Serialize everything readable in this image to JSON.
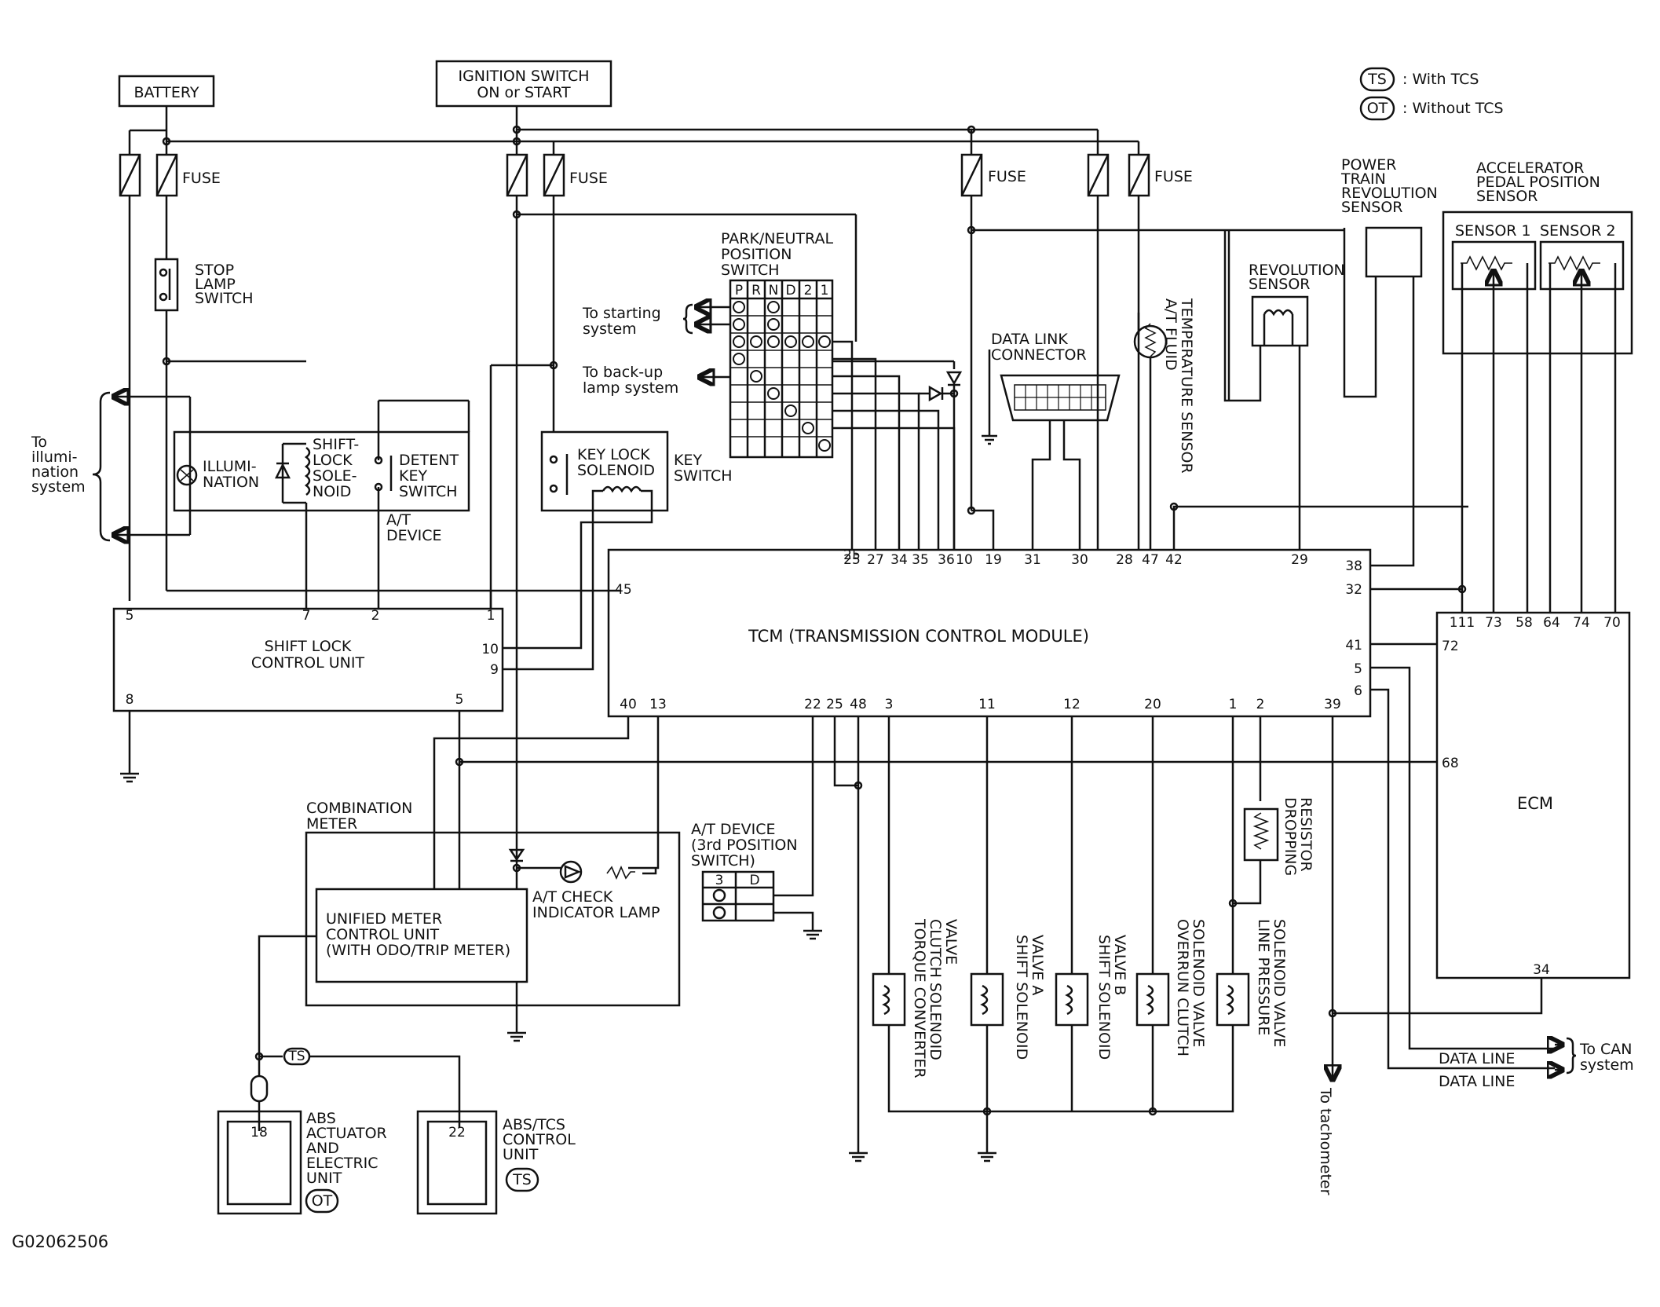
{
  "legend": {
    "ts_symbol": "TS",
    "ts_text": ": With TCS",
    "ot_symbol": "OT",
    "ot_text": ": Without TCS"
  },
  "labels": {
    "battery": "BATTERY",
    "ignition_1": "IGNITION SWITCH",
    "ignition_2": "ON or START",
    "fuse": "FUSE",
    "stop_lamp": [
      "STOP",
      "LAMP",
      "SWITCH"
    ],
    "to_illum": [
      "To",
      "illumi-",
      "nation",
      "system"
    ],
    "illumination": [
      "ILLUMI-",
      "NATION"
    ],
    "shift_lock_solenoid": [
      "SHIFT-",
      "LOCK",
      "SOLE-",
      "NOID"
    ],
    "detent_key": [
      "DETENT",
      "KEY",
      "SWITCH"
    ],
    "at_device": [
      "A/T",
      "DEVICE"
    ],
    "key_lock": [
      "KEY LOCK",
      "SOLENOID"
    ],
    "key_switch": [
      "KEY",
      "SWITCH"
    ],
    "pnp_switch": [
      "PARK/NEUTRAL",
      "POSITION",
      "SWITCH"
    ],
    "pnp_columns": [
      "P",
      "R",
      "N",
      "D",
      "2",
      "1"
    ],
    "to_starting": [
      "To starting",
      "system"
    ],
    "to_backup": [
      "To back-up",
      "lamp system"
    ],
    "data_link": [
      "DATA LINK",
      "CONNECTOR"
    ],
    "fluid_temp": [
      "A/T FLUID",
      "TEMPERATURE SENSOR"
    ],
    "revolution_sensor": [
      "REVOLUTION",
      "SENSOR"
    ],
    "power_train": [
      "POWER",
      "TRAIN",
      "REVOLUTION",
      "SENSOR"
    ],
    "accel_pedal": [
      "ACCELERATOR",
      "PEDAL POSITION",
      "SENSOR"
    ],
    "sensor1": "SENSOR 1",
    "sensor2": "SENSOR 2",
    "tcm": "TCM (TRANSMISSION CONTROL MODULE)",
    "shift_lock_unit": [
      "SHIFT LOCK",
      "CONTROL UNIT"
    ],
    "ecm": "ECM",
    "combination_meter": [
      "COMBINATION",
      "METER"
    ],
    "unified_meter": [
      "UNIFIED METER",
      "CONTROL UNIT",
      "(WITH ODO/TRIP METER)"
    ],
    "check_lamp": [
      "A/T CHECK",
      "INDICATOR LAMP"
    ],
    "at_device_3rd": [
      "A/T DEVICE",
      "(3rd POSITION",
      "SWITCH)"
    ],
    "at3_cols": [
      "3",
      "D"
    ],
    "dropping_resistor": [
      "DROPPING",
      "RESISTOR"
    ],
    "tc_clutch": [
      "TORQUE CONVERTER",
      "CLUTCH SOLENOID",
      "VALVE"
    ],
    "shift_a": [
      "SHIFT SOLENOID",
      "VALVE A"
    ],
    "shift_b": [
      "SHIFT SOLENOID",
      "VALVE B"
    ],
    "overrun": [
      "OVERRUN CLUTCH",
      "SOLENOID VALVE"
    ],
    "line_pressure": [
      "LINE PRESSURE",
      "SOLENOID VALVE"
    ],
    "to_tach": "To tachometer",
    "data_line": "DATA LINE",
    "to_can": [
      "To CAN",
      "system"
    ],
    "abs_actuator": [
      "ABS",
      "ACTUATOR",
      "AND",
      "ELECTRIC",
      "UNIT"
    ],
    "abs_tcs": [
      "ABS/TCS",
      "CONTROL",
      "UNIT"
    ],
    "figure_id": "G02062506"
  },
  "pins": {
    "tcm_top": [
      "25",
      "27",
      "34",
      "35",
      "36",
      "10",
      "19",
      "31",
      "30",
      "28",
      "47",
      "42",
      "29"
    ],
    "tcm_right": [
      "38",
      "32",
      "41",
      "5",
      "6"
    ],
    "tcm_left": "45",
    "tcm_bottom": [
      "40",
      "13",
      "22",
      "25",
      "48",
      "3",
      "11",
      "12",
      "20",
      "1",
      "2",
      "39"
    ],
    "shift_unit_top": [
      "5",
      "7",
      "2",
      "1"
    ],
    "shift_unit_right": [
      "10",
      "9"
    ],
    "shift_unit_bottom": [
      "8",
      "5"
    ],
    "ecm_top": [
      "111",
      "73",
      "58",
      "64",
      "74",
      "70"
    ],
    "ecm_left": [
      "72",
      "68"
    ],
    "ecm_bottom": "34",
    "abs_pin": "18",
    "abs_tcs_pin": "22"
  }
}
